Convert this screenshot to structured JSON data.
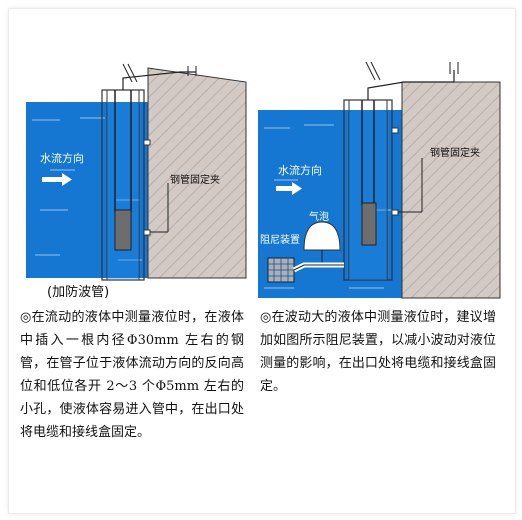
{
  "left_panel": {
    "label_flow": "水流方向",
    "label_clamp": "钢管固定夹",
    "caption": "(加防波管)"
  },
  "right_panel": {
    "label_flow": "水流方向",
    "label_clamp": "钢管固定夹",
    "label_bubble": "气泡",
    "label_damper": "阻尼装置"
  },
  "text_left": {
    "bullet": "◎",
    "body": "在流动的液体中测量液位时，在液体中插入一根内径Φ30mm 左右的钢管，在管子位于液体流动方向的反向高位和低位各开 2～3 个Φ5mm 左右的小孔，使液体容易进入管中，在出口处将电缆和接线盒固定。"
  },
  "text_right": {
    "bullet": "◎",
    "body": "在波动大的液体中测量液位时，建议增加如图所示阻尼装置，以减小波动对液位测量的影响，在出口处将电缆和接线盒固定。"
  },
  "colors": {
    "water": "#1677d2",
    "ground": "#cfc4c0",
    "hatch": "#b0a6a2",
    "pipe": "#ffffff",
    "sensor": "#6d6d6d"
  }
}
